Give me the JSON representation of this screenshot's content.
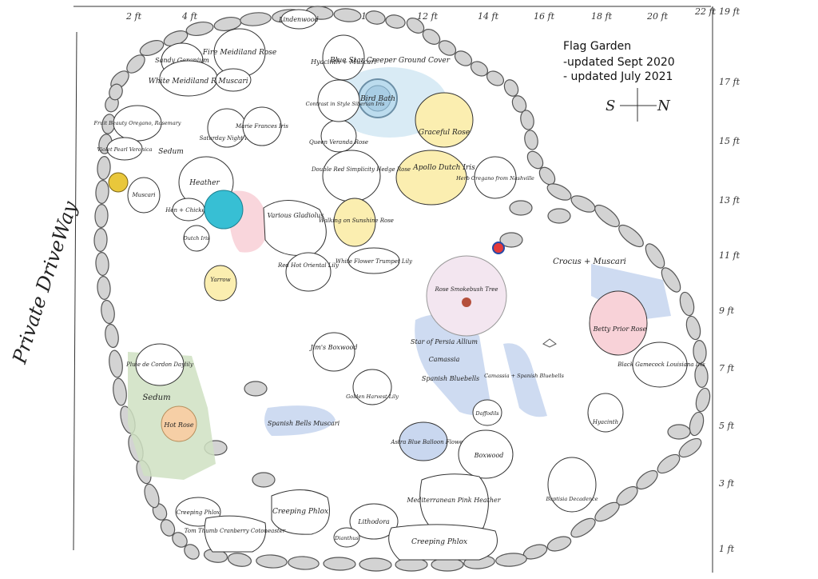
{
  "legend": {
    "title": "Flag Garden",
    "updated_1": "-updated Sept 2020",
    "updated_2": "- updated July 2021",
    "compass_s": "S",
    "compass_n": "N"
  },
  "side_label": "Private DriveWay",
  "top_ticks": [
    "2 ft",
    "4 ft",
    "10 ft",
    "12 ft",
    "14 ft",
    "16 ft",
    "18 ft",
    "20 ft",
    "22 ft"
  ],
  "right_ticks": [
    "19 ft",
    "17 ft",
    "15 ft",
    "13 ft",
    "11 ft",
    "9 ft",
    "7 ft",
    "5 ft",
    "3 ft",
    "1 ft"
  ],
  "colors": {
    "stone": "#d3d3d3",
    "birdbath": "#cfe6f3",
    "pond": "#37bfd4",
    "yellow": "#fbeeb0",
    "pink": "#f8d2d8",
    "blue": "#c9d7ef",
    "green": "#cfe1c2",
    "peach": "#f6cfa6"
  },
  "beds": [
    {
      "label": "Sandy Geranium",
      "color": "#ffffff"
    },
    {
      "label": "White Meidiland Rose",
      "color": "#ffffff"
    },
    {
      "label": "Fire Meidiland Rose",
      "color": "#ffffff"
    },
    {
      "label": "Muscari",
      "color": "#ffffff"
    },
    {
      "label": "Lindenwood",
      "color": "#ffffff"
    },
    {
      "label": "Hyacinth + Muscari",
      "color": "#ffffff"
    },
    {
      "label": "Blue Star Creeper Ground Cover",
      "color": "#cfe6f3"
    },
    {
      "label": "Bird Bath",
      "color": "#bcdcee"
    },
    {
      "label": "Graceful Rose",
      "color": "#fbeeb0"
    },
    {
      "label": "Fruit Beauty Oregano, Rosemary",
      "color": "#ffffff"
    },
    {
      "label": "Sedum",
      "color": "#ffffff"
    },
    {
      "label": "Violet Pearl Veronica",
      "color": "#ffffff"
    },
    {
      "label": "Saturday Night Iris",
      "color": "#ffffff"
    },
    {
      "label": "Marie Frances Iris",
      "color": "#ffffff"
    },
    {
      "label": "Queen Veranda Rose",
      "color": "#ffffff"
    },
    {
      "label": "Contrast in Style Siberian Iris",
      "color": "#ffffff"
    },
    {
      "label": "Heather",
      "color": "#ffffff"
    },
    {
      "label": "Apollo Dutch Iris",
      "color": "#fbeeb0"
    },
    {
      "label": "Herb Oregano from Nashville",
      "color": "#ffffff"
    },
    {
      "label": "Double Red Simplicity Hedge Rose",
      "color": "#ffffff"
    },
    {
      "label": "Hen + Chickens",
      "color": "#ffffff"
    },
    {
      "label": "Muscari",
      "color": "#ffffff"
    },
    {
      "label": "Various Gladiolus",
      "color": "#ffffff"
    },
    {
      "label": "Walking on Sunshine Rose",
      "color": "#fbeeb0"
    },
    {
      "label": "Dutch Iris",
      "color": "#ffffff"
    },
    {
      "label": "Yarrow",
      "color": "#fbeeb0"
    },
    {
      "label": "Red Hot Oriental Lily",
      "color": "#ffffff"
    },
    {
      "label": "White Flower Trumpet Lily",
      "color": "#ffffff"
    },
    {
      "label": "Crocus + Muscari",
      "color": "#c9d7ef"
    },
    {
      "label": "Betty Prior Rose",
      "color": "#f8d2d8"
    },
    {
      "label": "Rose Smokebush Tree",
      "color": "#f3e6f0"
    },
    {
      "label": "Star of Persia Allium",
      "color": "#c9d7ef"
    },
    {
      "label": "Camassia",
      "color": "#c9d7ef"
    },
    {
      "label": "Spanish Bluebells",
      "color": "#c9d7ef"
    },
    {
      "label": "Camassia + Spanish Bluebells",
      "color": "#c9d7ef"
    },
    {
      "label": "Jim's Boxwood",
      "color": "#ffffff"
    },
    {
      "label": "Black Gamecock Louisiana Iris",
      "color": "#ffffff"
    },
    {
      "label": "Pluie de Cordon Daylily",
      "color": "#ffffff"
    },
    {
      "label": "Sedum",
      "color": "#cfe1c2"
    },
    {
      "label": "Hot Rose",
      "color": "#f6cfa6"
    },
    {
      "label": "Spanish Bells Muscari",
      "color": "#c9d7ef"
    },
    {
      "label": "Golden Harvest Lily",
      "color": "#ffffff"
    },
    {
      "label": "Astra Blue Balloon Flower",
      "color": "#c9d7ef"
    },
    {
      "label": "Boxwood",
      "color": "#ffffff"
    },
    {
      "label": "Hyacinth",
      "color": "#ffffff"
    },
    {
      "label": "Mediterranean Pink Heather",
      "color": "#ffffff"
    },
    {
      "label": "Baptisia Decadence",
      "color": "#ffffff"
    },
    {
      "label": "Creeping Phlox",
      "color": "#ffffff"
    },
    {
      "label": "Creeping Phlox",
      "color": "#ffffff"
    },
    {
      "label": "Tom Thumb Cranberry Cotoneaster",
      "color": "#ffffff"
    },
    {
      "label": "Lithodora",
      "color": "#ffffff"
    },
    {
      "label": "Creeping Phlox",
      "color": "#ffffff"
    },
    {
      "label": "Dianthus",
      "color": "#ffffff"
    },
    {
      "label": "Daffodils",
      "color": "#ffffff"
    }
  ]
}
